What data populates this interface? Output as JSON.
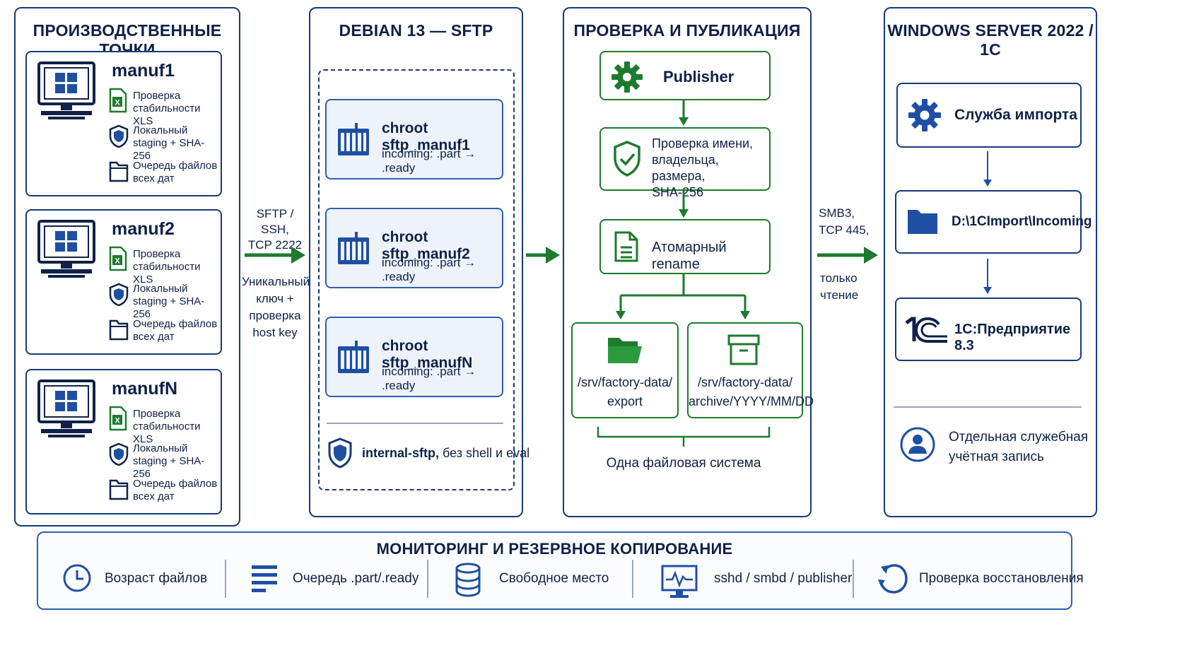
{
  "columns": {
    "manuf_title": "ПРОИЗВОДСТВЕННЫЕ ТОЧКИ",
    "debian_title": "DEBIAN 13 — SFTP",
    "check_title": "ПРОВЕРКА И ПУБЛИКАЦИЯ",
    "windows_title": "WINDOWS SERVER 2022 / 1C"
  },
  "manufs": [
    {
      "name": "manuf1",
      "xls": "Проверка\nстабильности XLS",
      "staging": "Локальный\nstaging + SHA-256",
      "queue": "Очередь файлов\nвсех дат"
    },
    {
      "name": "manuf2",
      "xls": "Проверка\nстабильности XLS",
      "staging": "Локальный\nstaging + SHA-256",
      "queue": "Очередь файлов\nвсех дат"
    },
    {
      "name": "manufN",
      "xls": "Проверка\nстабильности XLS",
      "staging": "Локальный\nstaging + SHA-256",
      "queue": "Очередь файлов\nвсех дат"
    }
  ],
  "link_sftp": {
    "proto": "SFTP / SSH,\nTCP 2222",
    "auth": "Уникальный\nключ +\nпроверка\nhost key"
  },
  "chroots": [
    {
      "title": "chroot sftp_manuf1",
      "sub": "incoming: .part → .ready"
    },
    {
      "title": "chroot sftp_manuf2",
      "sub": "incoming: .part → .ready"
    },
    {
      "title": "chroot sftp_manufN",
      "sub": "incoming: .part → .ready"
    }
  ],
  "internal_sftp": {
    "bold": "internal-sftp,",
    "rest": " без shell и eval"
  },
  "publisher": {
    "publisher": "Publisher",
    "check": "Проверка имени,\nвладельца, размера,\nSHA-256",
    "rename": "Атомарный rename",
    "export": "/srv/factory-data/\nexport",
    "archive": "/srv/factory-data/\narchive/YYYY/MM/DD",
    "fs": "Одна файловая система"
  },
  "link_smb": {
    "proto": "SMB3,\nTCP 445,",
    "mode": "только\nчтение"
  },
  "windows": {
    "service": "Служба импорта",
    "folder": "D:\\1CImport\\Incoming",
    "app": "1С:Предприятие 8.3",
    "account": "Отдельная служебная\nучётная запись"
  },
  "monitoring": {
    "title": "МОНИТОРИНГ И РЕЗЕРВНОЕ КОПИРОВАНИЕ",
    "items": [
      "Возраст файлов",
      "Очередь .part/.ready",
      "Свободное место",
      "sshd / smbd / publisher",
      "Проверка восстановления"
    ]
  },
  "colors": {
    "navy": "#173a78",
    "green": "#1e7a2e",
    "blue": "#1f4fa3"
  }
}
